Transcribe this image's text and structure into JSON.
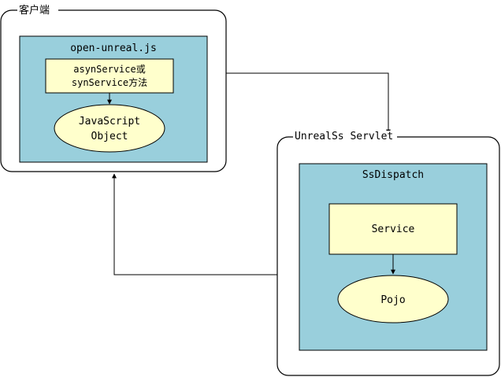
{
  "client": {
    "title": "客户端",
    "module": "open-unreal.js",
    "method_box": {
      "line1": "asynService或",
      "line2": "synService方法"
    },
    "object_ellipse": {
      "line1": "JavaScript",
      "line2": "Object"
    }
  },
  "server": {
    "title": "UnrealSs Servlet",
    "dispatch": "SsDispatch",
    "service_box": "Service",
    "pojo_ellipse": "Pojo"
  },
  "colors": {
    "inner_fill": "#99cfdc",
    "cream_fill": "#ffffcc",
    "stroke": "#000000",
    "background": "#ffffff"
  }
}
